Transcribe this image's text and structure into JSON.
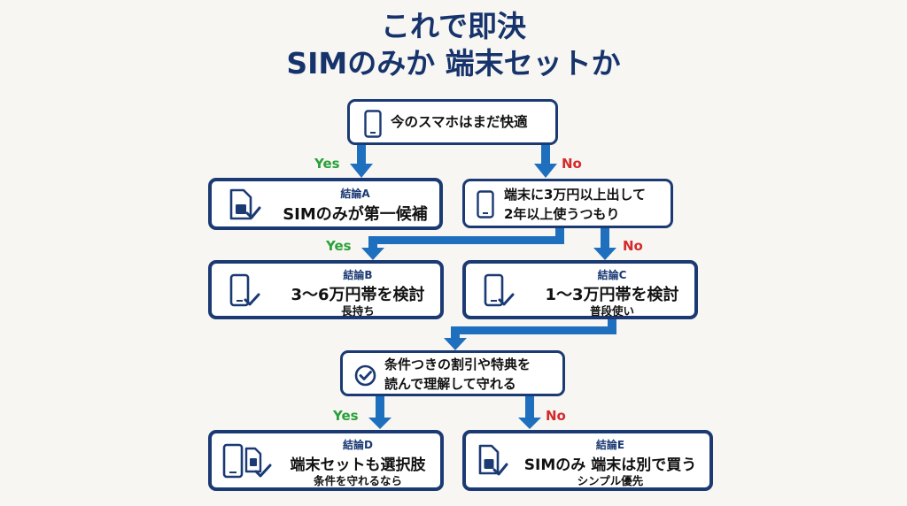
{
  "title": {
    "line1": "これで即決",
    "line2": "SIMのみか 端末セットか"
  },
  "q1": {
    "text": "今のスマホはまだ快適",
    "icon": "smartphone-icon"
  },
  "q1_yes": "Yes",
  "q1_no": "No",
  "resultA": {
    "label": "結論A",
    "main": "SIMのみが第一候補",
    "icon": "sim-card-check-icon"
  },
  "q2": {
    "line1": "端末に3万円以上出して",
    "line2": "2年以上使うつもり",
    "icon": "smartphone-icon"
  },
  "q2_yes": "Yes",
  "q2_no": "No",
  "resultB": {
    "label": "結論B",
    "main": "3〜6万円帯を検討",
    "sub": "長持ち",
    "icon": "smartphone-check-icon"
  },
  "resultC": {
    "label": "結論C",
    "main": "1〜3万円帯を検討",
    "sub": "普段使い",
    "icon": "smartphone-check-icon"
  },
  "q3": {
    "line1": "条件つきの割引や特典を",
    "line2": "読んで理解して守れる",
    "icon": "check-circle-icon"
  },
  "q3_yes": "Yes",
  "q3_no": "No",
  "resultD": {
    "label": "結論D",
    "main": "端末セットも選択肢",
    "sub": "条件を守れるなら",
    "icon": "phone-and-sim-check-icon"
  },
  "resultE": {
    "label": "結論E",
    "main": "SIMのみ 端末は別で買う",
    "sub": "シンプル優先",
    "icon": "sim-card-check-icon"
  },
  "colors": {
    "navy": "#1b3a73",
    "title": "#16336b",
    "arrow": "#1f6fbf",
    "yes": "#2aa13a",
    "no": "#d42a2a"
  }
}
